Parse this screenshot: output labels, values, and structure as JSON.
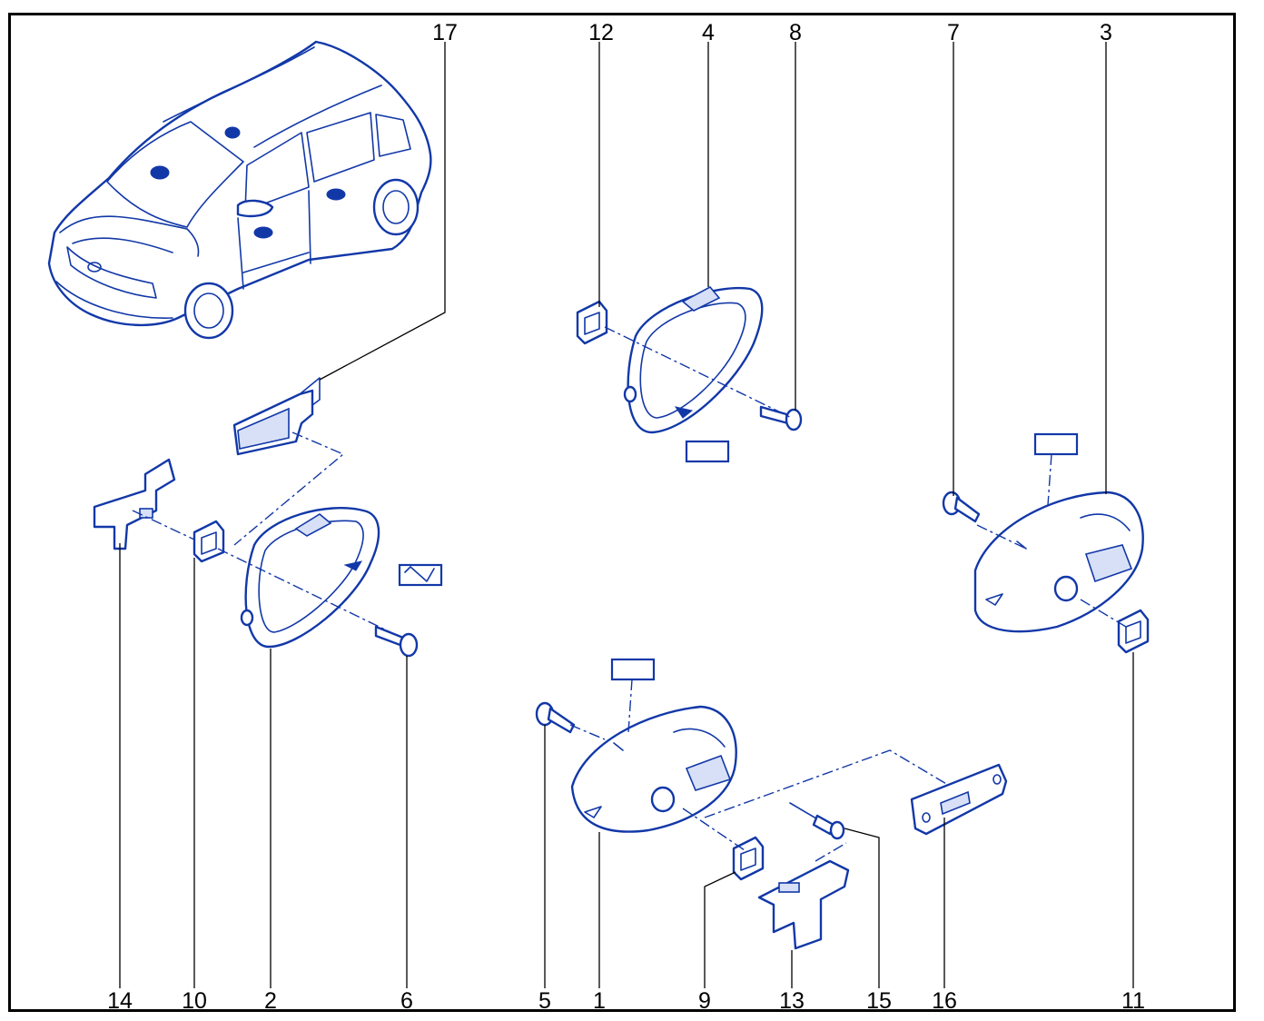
{
  "diagram": {
    "part_numbers": [
      "17",
      "12",
      "4",
      "8",
      "7",
      "3",
      "14",
      "10",
      "2",
      "6",
      "5",
      "1",
      "9",
      "13",
      "15",
      "16",
      "11"
    ]
  },
  "colors": {
    "line": "#1238a8",
    "text": "#000000",
    "frame": "#000000"
  },
  "icons": [
    "car-overview-illustration",
    "door-handle-outline",
    "screw-icon",
    "clip-icon",
    "bracket-icon",
    "rivet-icon",
    "grease-marker-icon"
  ]
}
